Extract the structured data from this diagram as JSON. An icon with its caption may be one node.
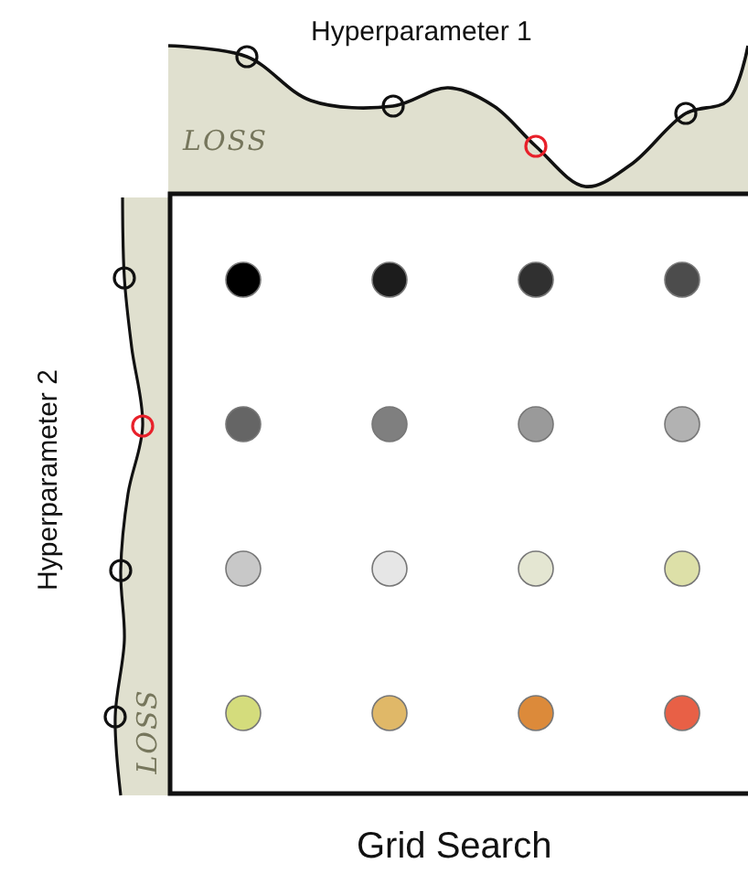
{
  "diagram": {
    "caption": "Grid Search",
    "labels": [
      "Hyperparameter 1",
      "LOSS",
      "Hyperparameter 2",
      "LOSS"
    ]
  }
}
